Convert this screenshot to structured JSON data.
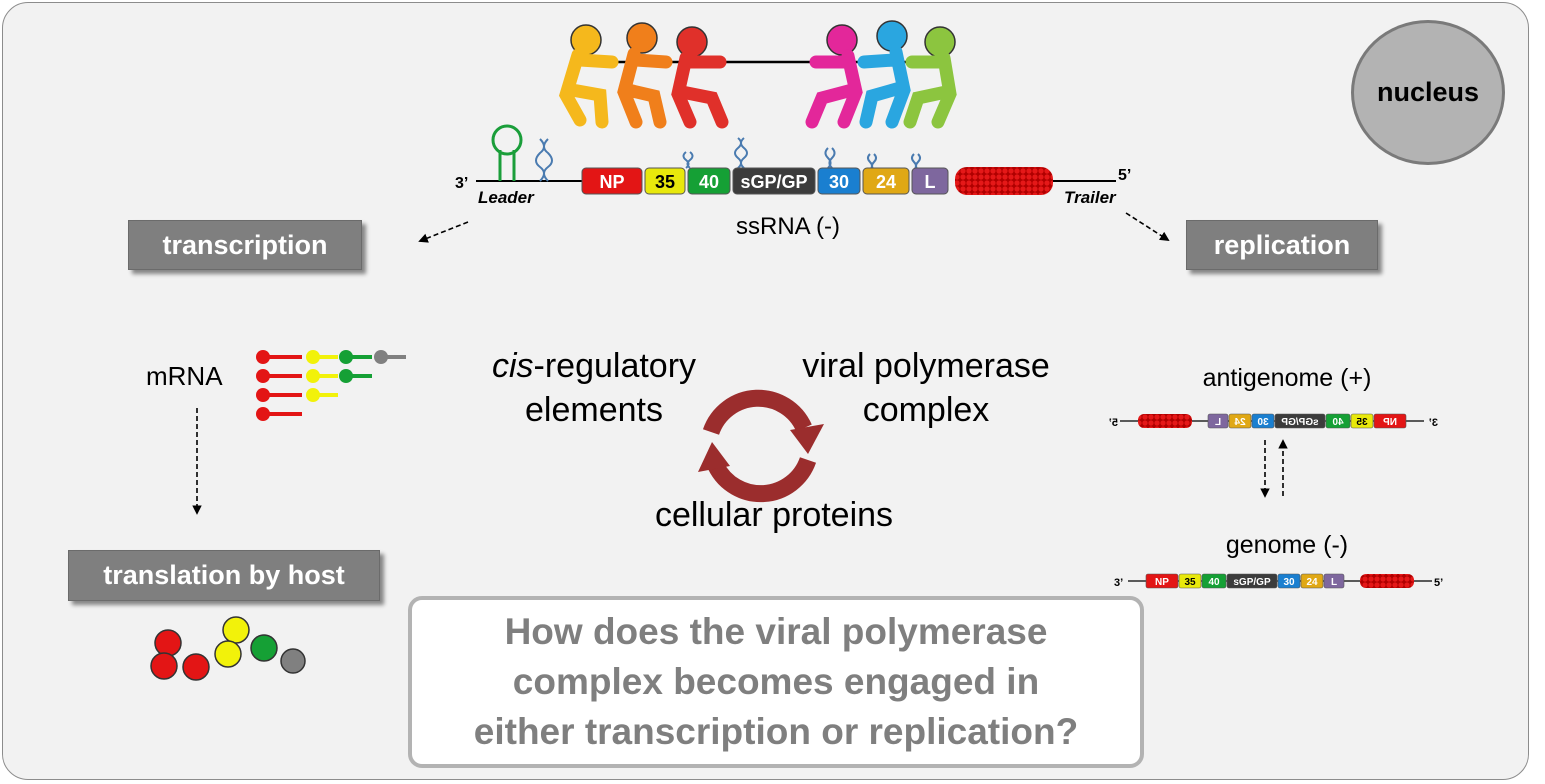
{
  "nucleus_label": "nucleus",
  "genome_top": {
    "end_3": "3’",
    "end_5": "5’",
    "leader": "Leader",
    "trailer": "Trailer",
    "caption": "ssRNA (-)",
    "genes": [
      {
        "label": "NP",
        "color": "#e31515"
      },
      {
        "label": "35",
        "color": "#e8e80c"
      },
      {
        "label": "40",
        "color": "#15a035"
      },
      {
        "label": "sGP/GP",
        "color": "#3c3c3c"
      },
      {
        "label": "30",
        "color": "#1a7fd0"
      },
      {
        "label": "24",
        "color": "#e0a815"
      },
      {
        "label": "L",
        "color": "#7e679e"
      }
    ]
  },
  "process_labels": {
    "transcription": "transcription",
    "replication": "replication",
    "translation": "translation by host"
  },
  "mrna_label": "mRNA",
  "center": {
    "cis_italic": "cis",
    "cis_rest": "-regulatory",
    "elements": "elements",
    "viral_line1": "viral polymerase",
    "viral_line2": "complex",
    "cellular": "cellular proteins"
  },
  "antigenome_label": "antigenome (+)",
  "genome_label": "genome (-)",
  "small_genome": {
    "end_3": "3’",
    "end_5": "5’",
    "genes": [
      "NP",
      "35",
      "40",
      "sGP/GP",
      "30",
      "24",
      "L"
    ]
  },
  "question": {
    "line1": "How does the viral polymerase",
    "line2": "complex becomes engaged in",
    "line3": "either transcription or replication?"
  },
  "colors": {
    "red": "#e31515",
    "yellow": "#f2f20a",
    "green": "#15a035",
    "gray": "#808080",
    "cycle": "#9b2d2d",
    "box_gray": "#7f7f7f"
  }
}
